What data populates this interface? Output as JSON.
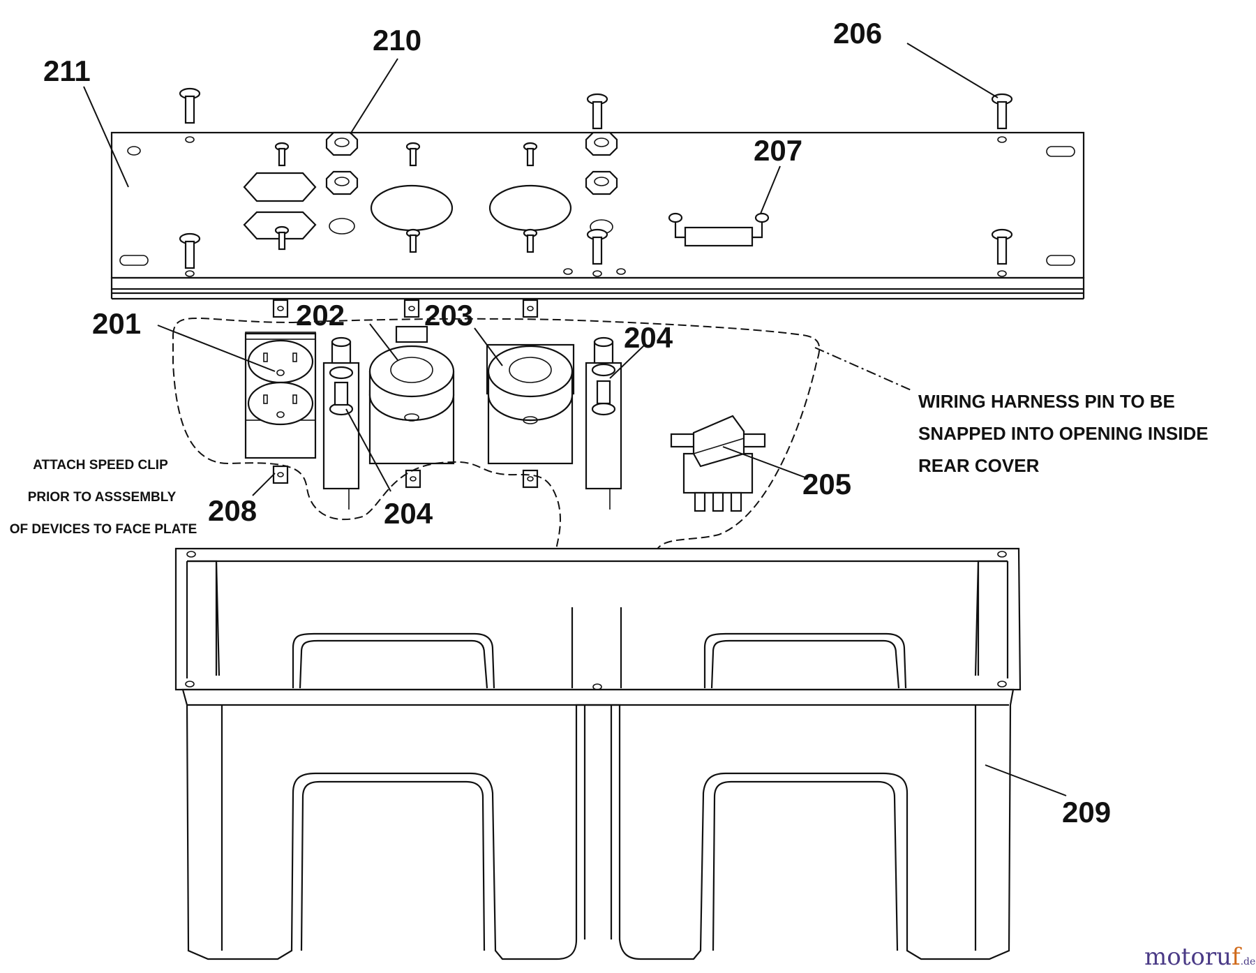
{
  "callouts": {
    "c201": "201",
    "c202": "202",
    "c203": "203",
    "c204a": "204",
    "c204b": "204",
    "c205": "205",
    "c206": "206",
    "c207": "207",
    "c208": "208",
    "c209": "209",
    "c210": "210",
    "c211": "211"
  },
  "notes": {
    "harness": [
      "WIRING HARNESS PIN TO BE",
      "SNAPPED INTO OPENING INSIDE",
      "REAR COVER"
    ],
    "speed_clip": [
      "ATTACH SPEED CLIP",
      "PRIOR TO ASSSEMBLY",
      "OF DEVICES TO FACE PLATE"
    ]
  },
  "watermark": {
    "main": "motoru",
    "accent": "f",
    "tld": ".de"
  }
}
